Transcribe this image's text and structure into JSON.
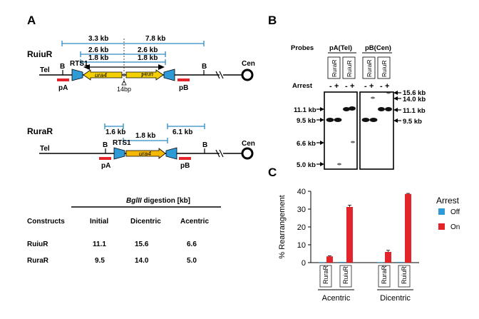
{
  "panels": {
    "A": "A",
    "B": "B",
    "C": "C"
  },
  "construct_ruiur": {
    "name": "RuiuR",
    "tel": "Tel",
    "cen": "Cen",
    "b_left": "B",
    "b_right": "B",
    "pA": "pA",
    "pB": "pB",
    "rts1": "RTS1",
    "ura4_left": "ura4",
    "ura4_right": "ura4",
    "spacer": "14bp",
    "dims": [
      "3.3 kb",
      "7.8 kb",
      "2.6 kb",
      "2.6 kb",
      "1.8 kb",
      "1.8 kb"
    ]
  },
  "construct_rurar": {
    "name": "RuraR",
    "tel": "Tel",
    "cen": "Cen",
    "b_left": "B",
    "b_right": "B",
    "pA": "pA",
    "pB": "pB",
    "rts1": "RTS1",
    "ura4": "ura4",
    "dims": [
      "1.6 kb",
      "1.8 kb",
      "6.1 kb"
    ]
  },
  "table": {
    "enzyme_italic": "BglII",
    "header_suffix": " digestion [kb]",
    "columns": [
      "Constructs",
      "Initial",
      "Dicentric",
      "Acentric"
    ],
    "rows": [
      [
        "RuiuR",
        "11.1",
        "15.6",
        "6.6"
      ],
      [
        "RuraR",
        "9.5",
        "14.0",
        "5.0"
      ]
    ]
  },
  "blot": {
    "probes_label": "Probes",
    "probe_a": "pA(Tel)",
    "probe_b": "pB(Cen)",
    "lanes": [
      "RuraR",
      "RuiuR",
      "RuraR",
      "RuiuR"
    ],
    "arrest_label": "Arrest",
    "arrest_signs": [
      "-",
      "+",
      "-",
      "+",
      "-",
      "+",
      "-",
      "+"
    ],
    "left_markers": [
      "11.1 kb",
      "9.5 kb",
      "6.6 kb",
      "5.0 kb"
    ],
    "right_markers": [
      "15.6 kb",
      "14.0 kb",
      "11.1 kb",
      "9.5 kb"
    ]
  },
  "chart_data": {
    "type": "bar",
    "ylabel": "% Rearrangement",
    "ylim": [
      0,
      40
    ],
    "yticks": [
      0,
      10,
      20,
      30,
      40
    ],
    "groups": [
      "Acentric",
      "Dicentric"
    ],
    "categories": [
      "RuraR",
      "RuiuR",
      "RuraR",
      "RuiuR"
    ],
    "legend_title": "Arrest",
    "legend_position": "right",
    "series": [
      {
        "name": "Off",
        "color": "#2E9BD6",
        "values": [
          0.3,
          0.4,
          0.3,
          0.4
        ],
        "errors": [
          0.1,
          0.1,
          0.1,
          0.1
        ]
      },
      {
        "name": "On",
        "color": "#E3242B",
        "values": [
          3.5,
          31.2,
          6.0,
          38.5
        ],
        "errors": [
          0.3,
          1.0,
          0.9,
          0.3
        ]
      }
    ]
  }
}
